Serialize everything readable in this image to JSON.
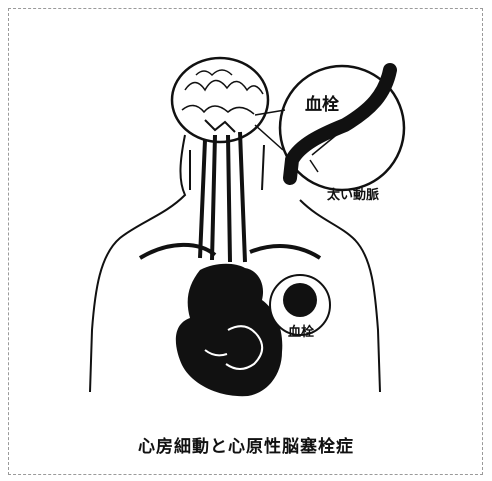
{
  "caption": "心房細動と心原性脳塞栓症",
  "labels": {
    "clot_top": "血栓",
    "large_artery": "太い動脈",
    "clot_heart": "血栓"
  },
  "colors": {
    "ink": "#111111",
    "background": "#ffffff"
  }
}
